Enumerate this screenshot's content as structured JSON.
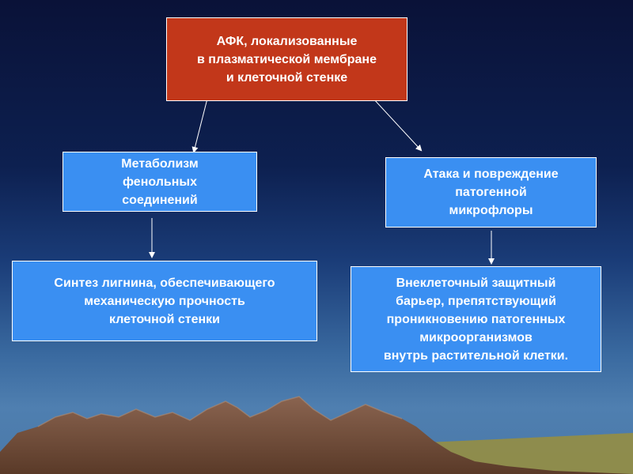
{
  "diagram": {
    "root": {
      "text": "АФК, локализованные\nв плазматической мембране\nи клеточной стенке"
    },
    "left_branch": {
      "text": "Метаболизм\nфенольных\nсоединений"
    },
    "right_branch": {
      "text": "Атака и повреждение\nпатогенной\nмикрофлоры"
    },
    "left_result": {
      "text": "Синтез лигнина, обеспечивающего\nмеханическую прочность\nклеточной стенки"
    },
    "right_result": {
      "text": "Внеклеточный защитный\nбарьер, препятствующий\nпроникновению патогенных\nмикроорганизмов\nвнутрь растительной клетки."
    }
  },
  "colors": {
    "root_fill": "#c2371a",
    "branch_fill": "#3a8ff2",
    "box_text": "#ffffff",
    "connector": "#ffffff",
    "mountain": "#7a5540",
    "sea": "#9a8f3c"
  }
}
